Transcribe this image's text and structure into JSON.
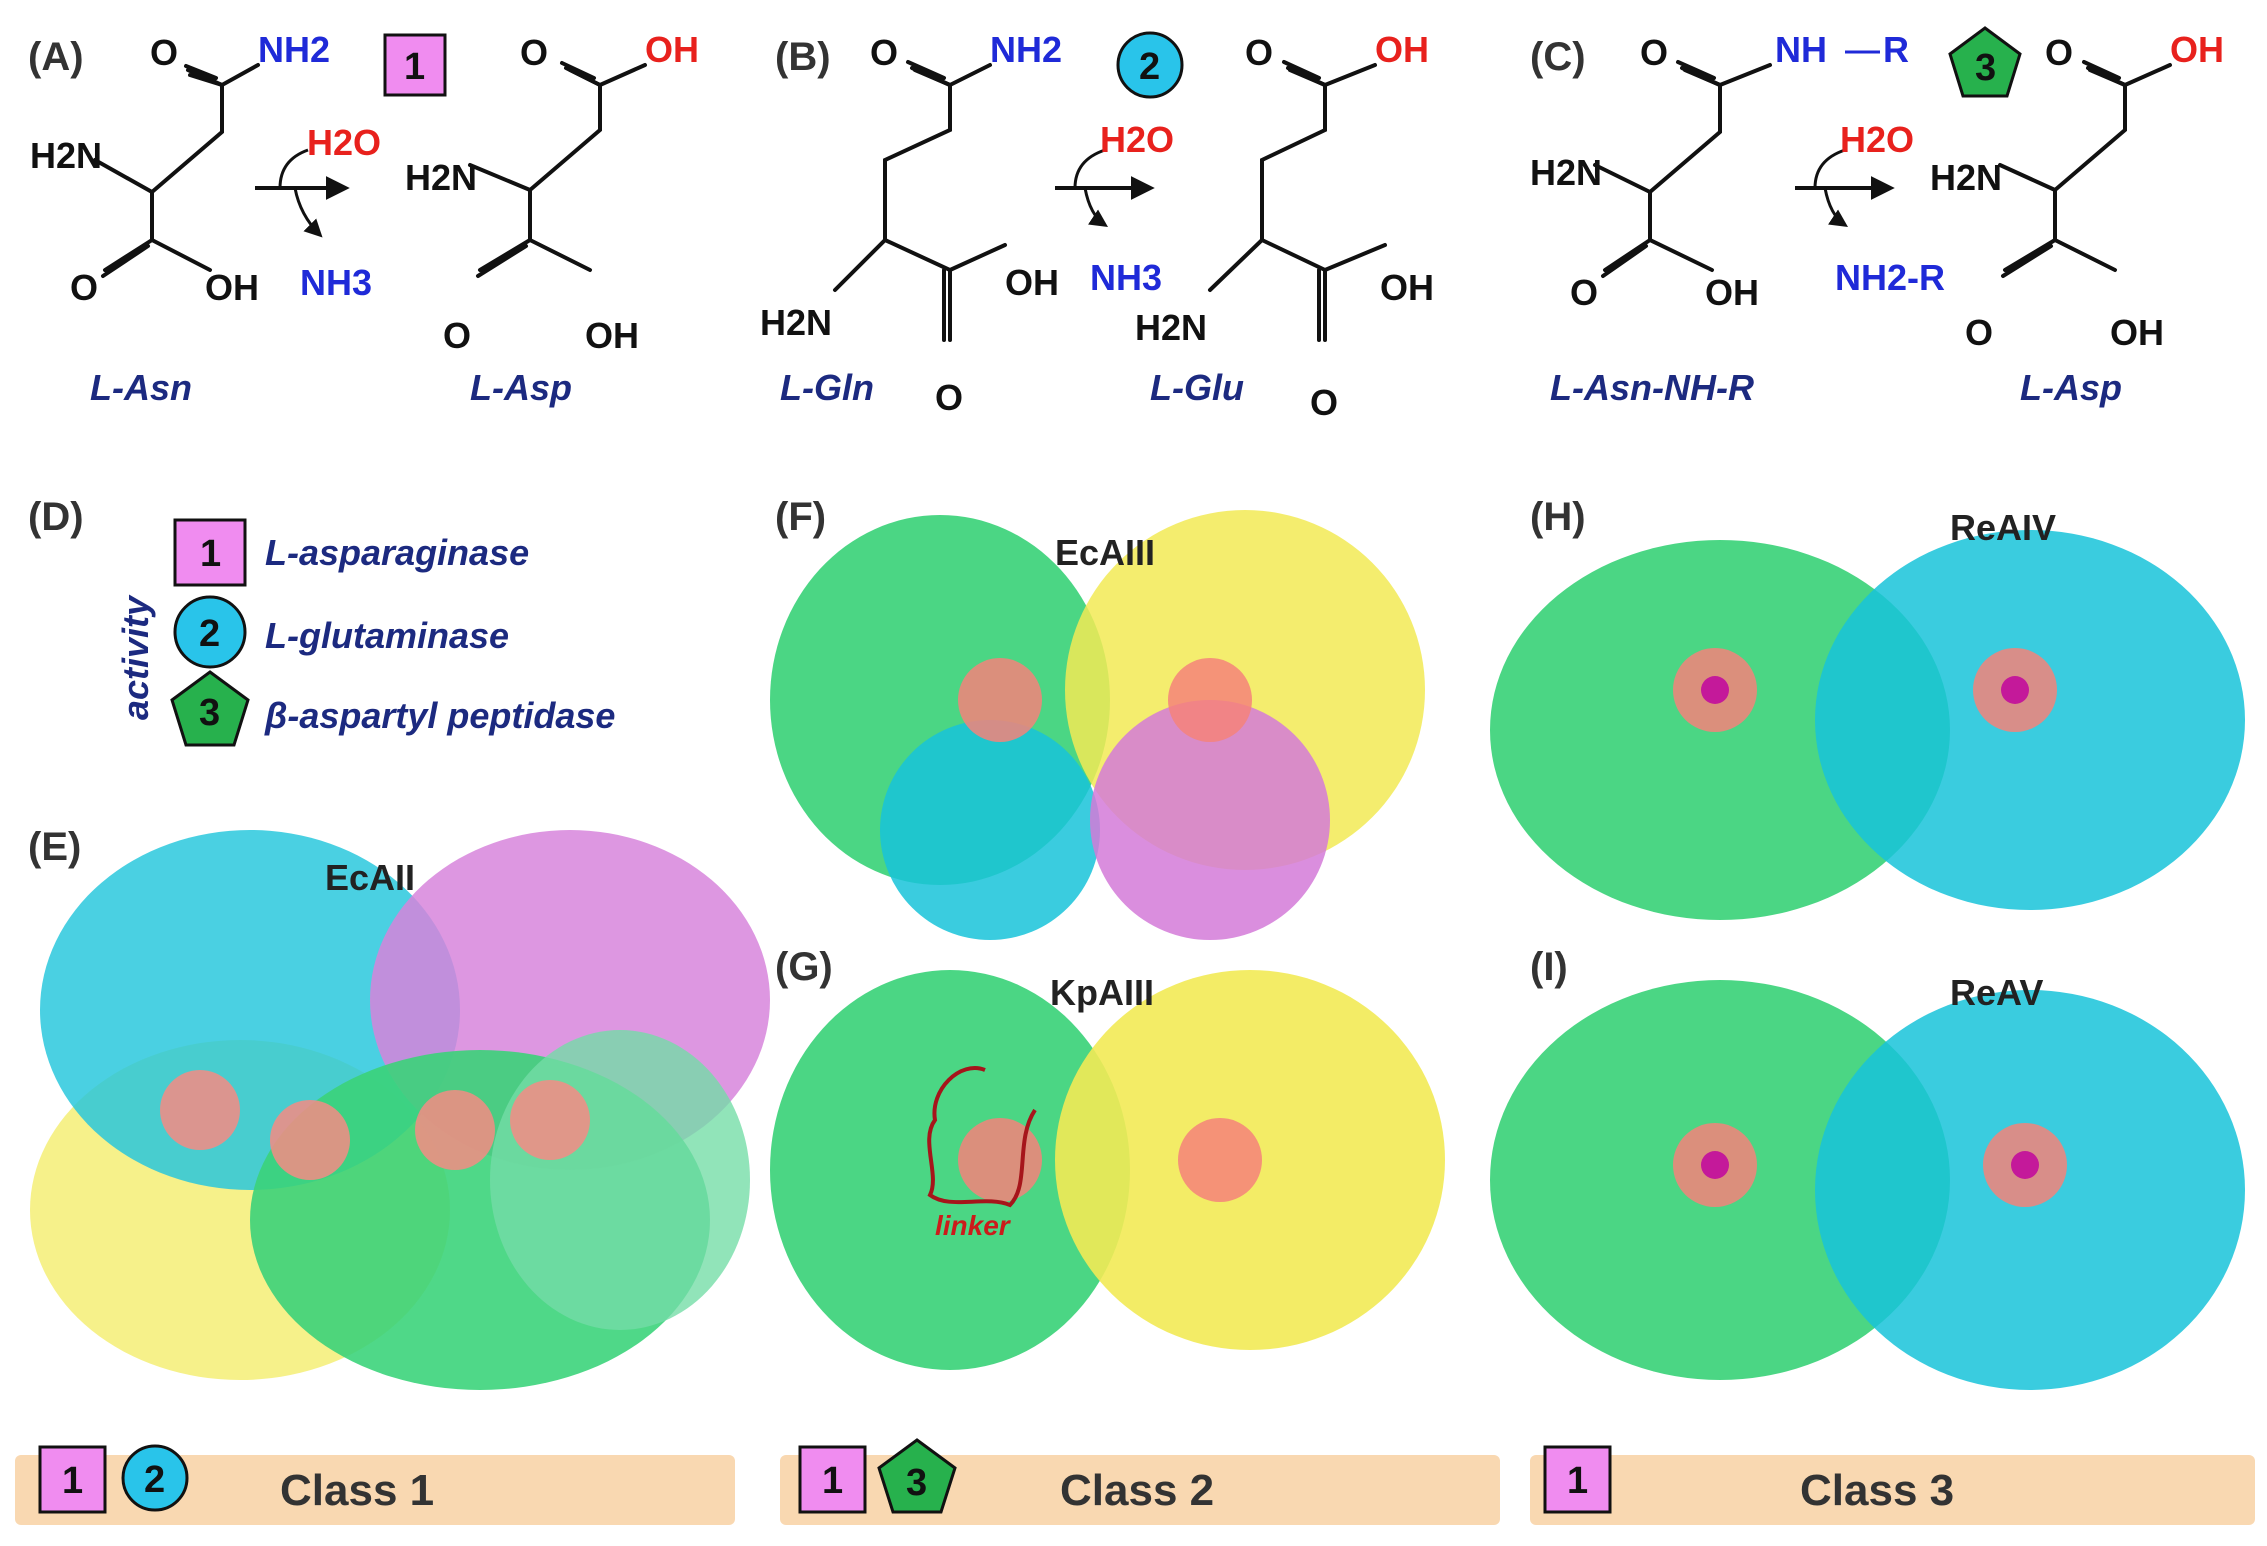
{
  "panels": {
    "A": {
      "label": "(A)",
      "substrate": "L-Asn",
      "product": "L-Asp"
    },
    "B": {
      "label": "(B)",
      "substrate": "L-Gln",
      "product": "L-Glu"
    },
    "C": {
      "label": "(C)",
      "substrate": "L-Asn-NH-R",
      "product": "L-Asp"
    },
    "D": {
      "label": "(D)"
    },
    "E": {
      "label": "(E)",
      "protein": "EcAII"
    },
    "F": {
      "label": "(F)",
      "protein": "EcAIII"
    },
    "G": {
      "label": "(G)",
      "protein": "KpAIII",
      "annotation": "linker"
    },
    "H": {
      "label": "(H)",
      "protein": "ReAIV"
    },
    "I": {
      "label": "(I)",
      "protein": "ReAV"
    }
  },
  "atoms": {
    "o": "O",
    "nh2": "NH2",
    "oh": "OH",
    "h2n": "H2N",
    "h2o": "H2O",
    "nh3": "NH3",
    "nh": "NH",
    "r": "R",
    "nh2r": "NH2-R"
  },
  "activity": {
    "title": "activity",
    "items": [
      {
        "badge": "1",
        "name": "L-asparaginase",
        "shape": "square"
      },
      {
        "badge": "2",
        "name": "L-glutaminase",
        "shape": "circle"
      },
      {
        "badge": "3",
        "name": "β-aspartyl peptidase",
        "shape": "pentagon"
      }
    ]
  },
  "badges": {
    "one": "1",
    "two": "2",
    "three": "3"
  },
  "classes": [
    {
      "label": "Class 1"
    },
    {
      "label": "Class 2"
    },
    {
      "label": "Class 3"
    }
  ],
  "colors": {
    "square_badge": "#f08cf0",
    "circle_badge": "#29c4ea",
    "pentagon_badge": "#27b14d",
    "class_bar": "#f9d8b1",
    "text_navy": "#1c2a80",
    "atom_red": "#e8211d",
    "atom_blue": "#1f2ad8",
    "chain_green": "#2bcf6f",
    "chain_cyan": "#18c3d9",
    "chain_yellow": "#f2ea55",
    "chain_violet": "#d47ad8",
    "active_site": "#f4837a"
  }
}
